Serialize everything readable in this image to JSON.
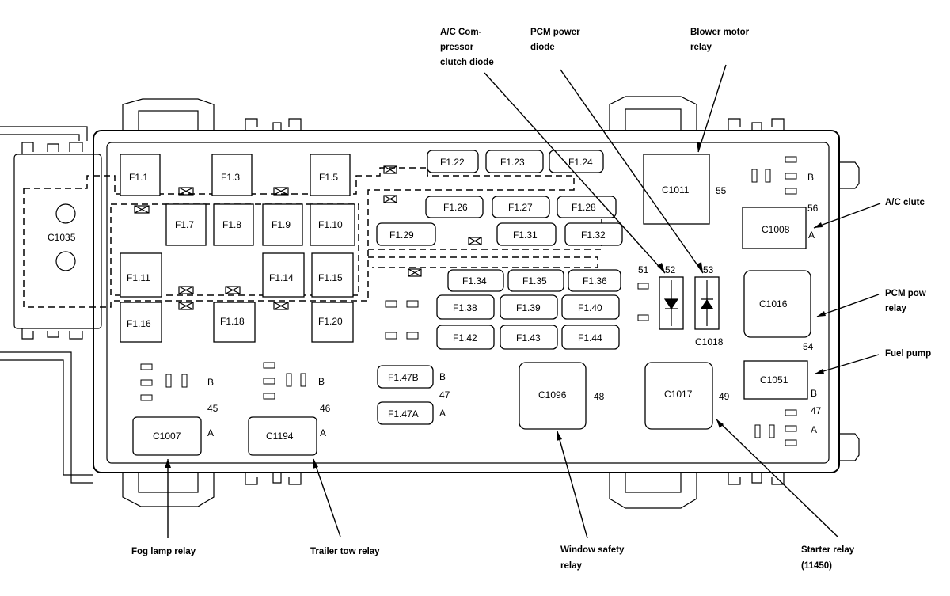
{
  "connector_c1035": "C1035",
  "fuses": {
    "f1_1": "F1.1",
    "f1_3": "F1.3",
    "f1_5": "F1.5",
    "f1_7": "F1.7",
    "f1_8": "F1.8",
    "f1_9": "F1.9",
    "f1_10": "F1.10",
    "f1_11": "F1.11",
    "f1_14": "F1.14",
    "f1_15": "F1.15",
    "f1_16": "F1.16",
    "f1_18": "F1.18",
    "f1_20": "F1.20",
    "f1_22": "F1.22",
    "f1_23": "F1.23",
    "f1_24": "F1.24",
    "f1_26": "F1.26",
    "f1_27": "F1.27",
    "f1_28": "F1.28",
    "f1_29": "F1.29",
    "f1_31": "F1.31",
    "f1_32": "F1.32",
    "f1_34": "F1.34",
    "f1_35": "F1.35",
    "f1_36": "F1.36",
    "f1_38": "F1.38",
    "f1_39": "F1.39",
    "f1_40": "F1.40",
    "f1_42": "F1.42",
    "f1_43": "F1.43",
    "f1_44": "F1.44",
    "f1_47b": "F1.47B",
    "f1_47a": "F1.47A"
  },
  "relays": {
    "c1011": "C1011",
    "c1008": "C1008",
    "c1016": "C1016",
    "c1051": "C1051",
    "c1007": "C1007",
    "c1194": "C1194",
    "c1096": "C1096",
    "c1017": "C1017",
    "c1018": "C1018"
  },
  "positions": {
    "p45": "45",
    "p46": "46",
    "p47_left": "47",
    "p47_right": "47",
    "p48": "48",
    "p49": "49",
    "p51": "51",
    "p52": "52",
    "p53": "53",
    "p54": "54",
    "p55": "55",
    "p56": "56",
    "b": "B",
    "a": "A"
  },
  "callouts": {
    "ac_diode_1": "A/C Com-",
    "ac_diode_2": "pressor",
    "ac_diode_3": "clutch diode",
    "pcm_diode_1": "PCM power",
    "pcm_diode_2": "diode",
    "blower_1": "Blower motor",
    "blower_2": "relay",
    "ac_clutch": "A/C clutc",
    "pcm_relay_1": "PCM pow",
    "pcm_relay_2": "relay",
    "fuel_pump": "Fuel pump",
    "fog_lamp": "Fog lamp relay",
    "trailer_tow": "Trailer tow relay",
    "window_safety_1": "Window safety",
    "window_safety_2": "relay",
    "starter_1": "Starter relay",
    "starter_2": "(11450)"
  }
}
